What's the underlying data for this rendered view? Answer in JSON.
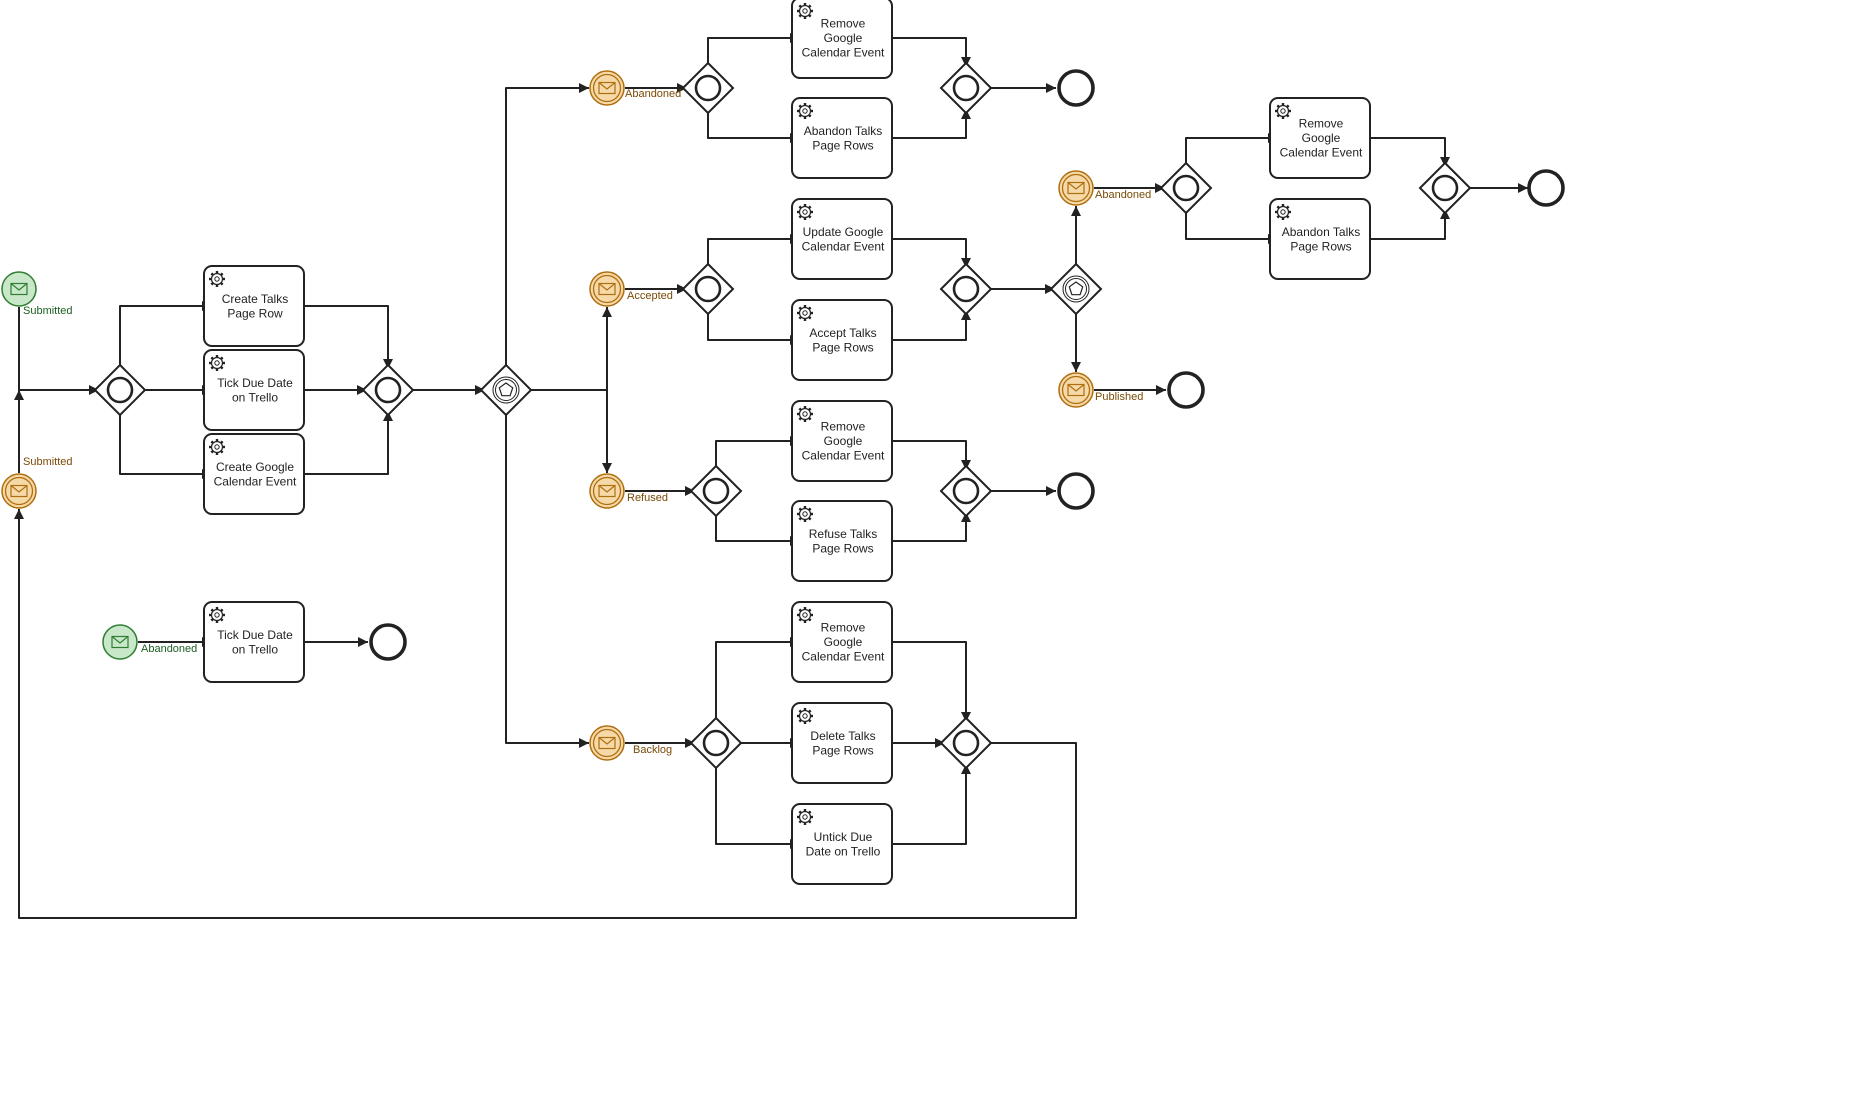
{
  "colors": {
    "stroke": "#222222",
    "start_event_fill": "#c9e7c9",
    "start_event_stroke": "#2e7d32",
    "start_label": "#1b5e20",
    "message_event_fill": "#f6d9a8",
    "message_event_stroke": "#b06f0f",
    "message_label": "#7a4a06"
  },
  "icons": {
    "task": "gear-icon",
    "message": "envelope-icon",
    "event_gateway": "pentagon-icon"
  },
  "tasks": [
    {
      "id": "t_create_row",
      "lines": [
        "Create Talks",
        "Page Row"
      ]
    },
    {
      "id": "t_tick_due",
      "lines": [
        "Tick Due Date",
        "on Trello"
      ]
    },
    {
      "id": "t_create_gcal",
      "lines": [
        "Create Google",
        "Calendar Event"
      ]
    },
    {
      "id": "t_tick_due_abandoned",
      "lines": [
        "Tick Due Date",
        "on Trello"
      ]
    },
    {
      "id": "t_abandoned_remove_gcal",
      "lines": [
        "Remove",
        "Google",
        "Calendar Event"
      ]
    },
    {
      "id": "t_abandoned_rows",
      "lines": [
        "Abandon Talks",
        "Page Rows"
      ]
    },
    {
      "id": "t_update_gcal",
      "lines": [
        "Update Google",
        "Calendar Event"
      ]
    },
    {
      "id": "t_accept_rows",
      "lines": [
        "Accept Talks",
        "Page Rows"
      ]
    },
    {
      "id": "t_refused_remove_gcal",
      "lines": [
        "Remove",
        "Google",
        "Calendar Event"
      ]
    },
    {
      "id": "t_refuse_rows",
      "lines": [
        "Refuse Talks",
        "Page Rows"
      ]
    },
    {
      "id": "t_backlog_remove_gcal",
      "lines": [
        "Remove",
        "Google",
        "Calendar Event"
      ]
    },
    {
      "id": "t_delete_rows",
      "lines": [
        "Delete Talks",
        "Page Rows"
      ]
    },
    {
      "id": "t_untick_due",
      "lines": [
        "Untick Due",
        "Date on Trello"
      ]
    },
    {
      "id": "t_acc_abandoned_remove_gcal",
      "lines": [
        "Remove",
        "Google",
        "Calendar Event"
      ]
    },
    {
      "id": "t_acc_abandoned_rows",
      "lines": [
        "Abandon Talks",
        "Page Rows"
      ]
    }
  ],
  "events": [
    {
      "id": "e_start_submitted",
      "kind": "start-message",
      "label": "Submitted"
    },
    {
      "id": "e_msg_submitted",
      "kind": "intermediate-message",
      "label": "Submitted"
    },
    {
      "id": "e_start_abandoned",
      "kind": "start-message",
      "label": "Abandoned"
    },
    {
      "id": "e_msg_abandoned",
      "kind": "intermediate-message",
      "label": "Abandoned"
    },
    {
      "id": "e_msg_accepted",
      "kind": "intermediate-message",
      "label": "Accepted"
    },
    {
      "id": "e_msg_refused",
      "kind": "intermediate-message",
      "label": "Refused"
    },
    {
      "id": "e_msg_backlog",
      "kind": "intermediate-message",
      "label": "Backlog"
    },
    {
      "id": "e_msg_acc_abandoned",
      "kind": "intermediate-message",
      "label": "Abandoned"
    },
    {
      "id": "e_msg_published",
      "kind": "intermediate-message",
      "label": "Published"
    }
  ]
}
